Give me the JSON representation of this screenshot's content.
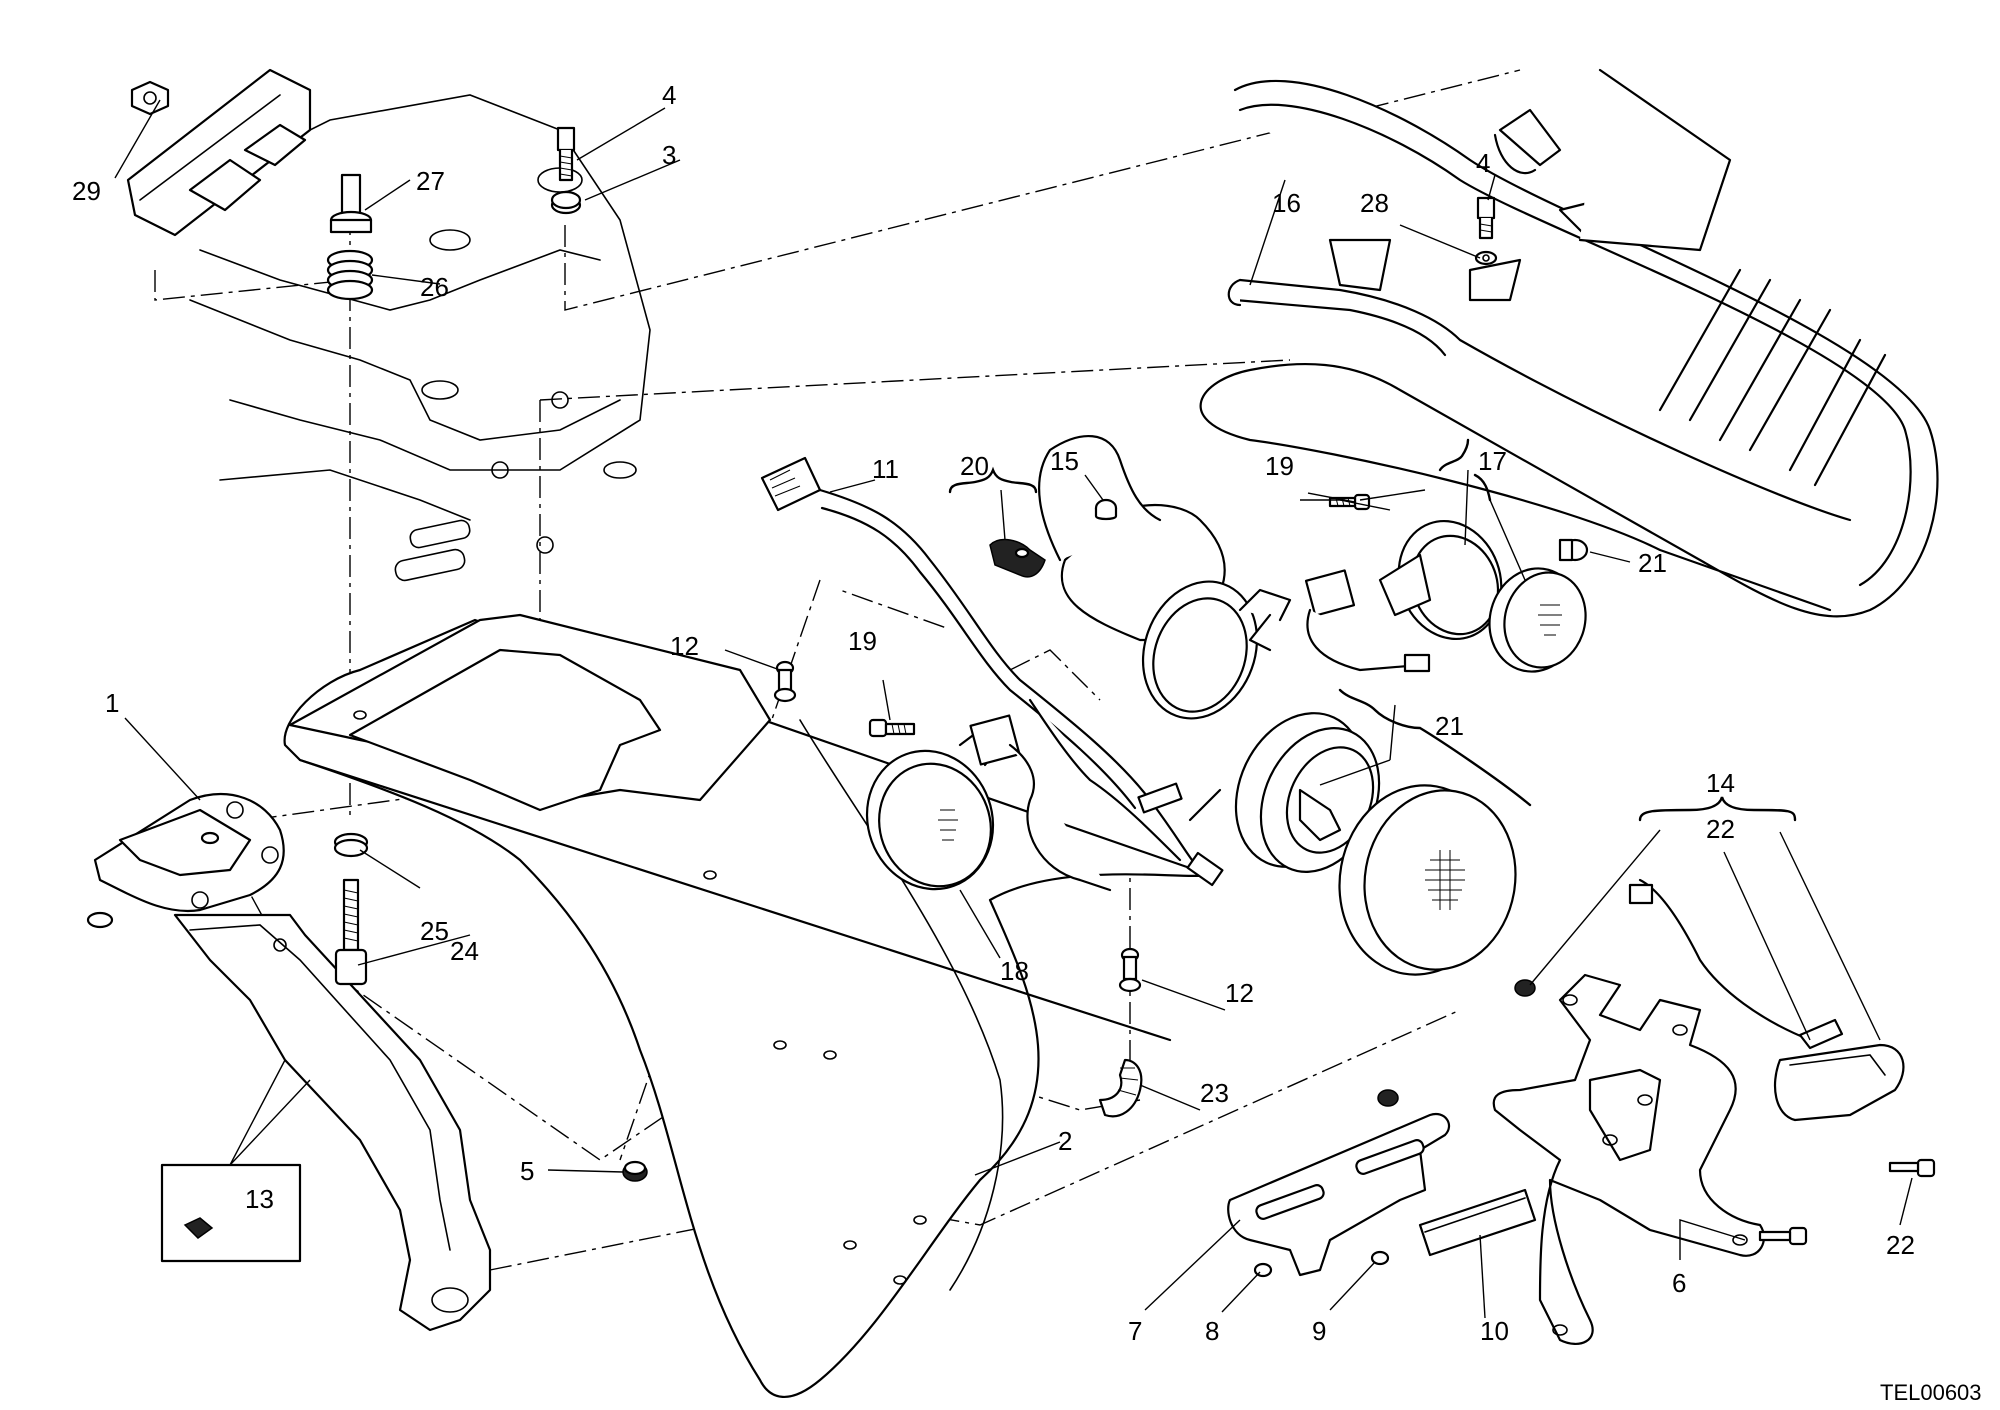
{
  "drawing_code": "TEL00603",
  "callouts": [
    {
      "id": "c1",
      "label": "1"
    },
    {
      "id": "c2",
      "label": "2"
    },
    {
      "id": "c3",
      "label": "3"
    },
    {
      "id": "c4a",
      "label": "4"
    },
    {
      "id": "c4b",
      "label": "4"
    },
    {
      "id": "c5",
      "label": "5"
    },
    {
      "id": "c6",
      "label": "6"
    },
    {
      "id": "c7",
      "label": "7"
    },
    {
      "id": "c8",
      "label": "8"
    },
    {
      "id": "c9",
      "label": "9"
    },
    {
      "id": "c10",
      "label": "10"
    },
    {
      "id": "c11",
      "label": "11"
    },
    {
      "id": "c12a",
      "label": "12"
    },
    {
      "id": "c12b",
      "label": "12"
    },
    {
      "id": "c13",
      "label": "13"
    },
    {
      "id": "c14",
      "label": "14"
    },
    {
      "id": "c15",
      "label": "15"
    },
    {
      "id": "c16",
      "label": "16"
    },
    {
      "id": "c17a",
      "label": "17"
    },
    {
      "id": "c17b",
      "label": "17"
    },
    {
      "id": "c18a",
      "label": "18"
    },
    {
      "id": "c18b",
      "label": "18"
    },
    {
      "id": "c19a",
      "label": "19"
    },
    {
      "id": "c19b",
      "label": "19"
    },
    {
      "id": "c20",
      "label": "20"
    },
    {
      "id": "c21",
      "label": "21"
    },
    {
      "id": "c22",
      "label": "22"
    },
    {
      "id": "c23",
      "label": "23"
    },
    {
      "id": "c24",
      "label": "24"
    },
    {
      "id": "c25",
      "label": "25"
    },
    {
      "id": "c26",
      "label": "26"
    },
    {
      "id": "c27",
      "label": "27"
    },
    {
      "id": "c28",
      "label": "28"
    },
    {
      "id": "c29",
      "label": "29"
    }
  ]
}
